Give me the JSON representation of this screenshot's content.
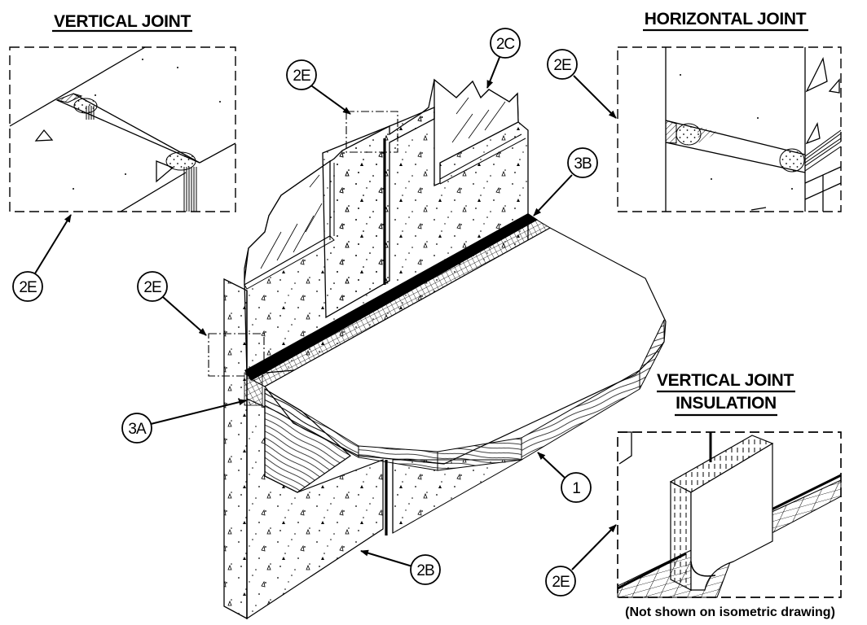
{
  "drawing": {
    "type": "isometric construction detail",
    "detail_titles": {
      "vertical_joint": "VERTICAL JOINT",
      "horizontal_joint": "HORIZONTAL JOINT",
      "vertical_joint_insulation_line1": "VERTICAL JOINT",
      "vertical_joint_insulation_line2": "INSULATION"
    },
    "note": "(Not shown on isometric drawing)",
    "callouts": [
      {
        "id": "c-2e-vj",
        "label": "2E",
        "refers_to": "vertical joint detail"
      },
      {
        "id": "c-2e-top",
        "label": "2E",
        "refers_to": "top wall joint"
      },
      {
        "id": "c-2c",
        "label": "2C",
        "refers_to": "wall panel"
      },
      {
        "id": "c-2e-hj",
        "label": "2E",
        "refers_to": "horizontal joint detail"
      },
      {
        "id": "c-3b",
        "label": "3B",
        "refers_to": "mesh insulation strip"
      },
      {
        "id": "c-2e-side",
        "label": "2E",
        "refers_to": "side wall joint"
      },
      {
        "id": "c-3a",
        "label": "3A",
        "refers_to": "corner mesh"
      },
      {
        "id": "c-1",
        "label": "1",
        "refers_to": "floor deck edge"
      },
      {
        "id": "c-2b",
        "label": "2B",
        "refers_to": "lower wall panel"
      },
      {
        "id": "c-2e-ins",
        "label": "2E",
        "refers_to": "vertical joint insulation detail"
      }
    ]
  }
}
